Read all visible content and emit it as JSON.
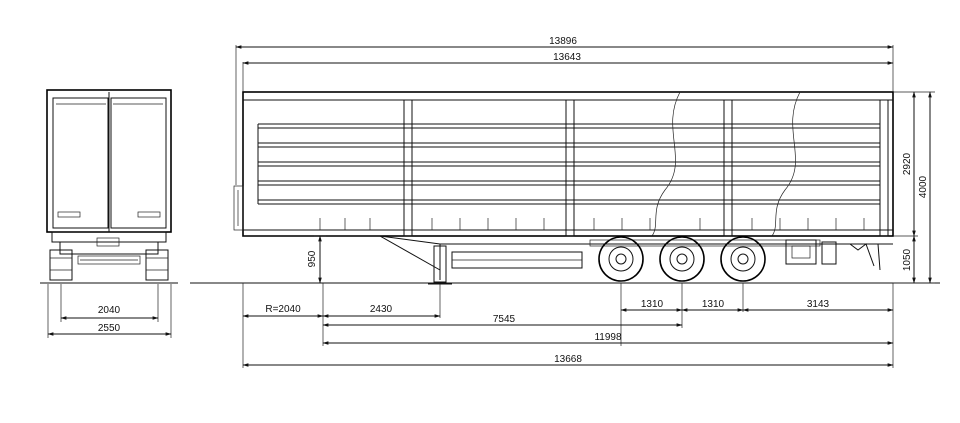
{
  "dimensions": {
    "overall_length": "13896",
    "body_length": "13643",
    "body_height": "2920",
    "overall_height": "4000",
    "platform_height": "1050",
    "kingpin_height": "950",
    "turning_radius": "R=2040",
    "kingpin_to_landing_gear": "2430",
    "kingpin_to_first_axle": "7545",
    "axle_spacing_1": "1310",
    "axle_spacing_2": "1310",
    "rear_overhang": "3143",
    "kingpin_to_third_axle": "11998",
    "chassis_length": "13668",
    "track_width": "2040",
    "overall_width": "2550"
  }
}
